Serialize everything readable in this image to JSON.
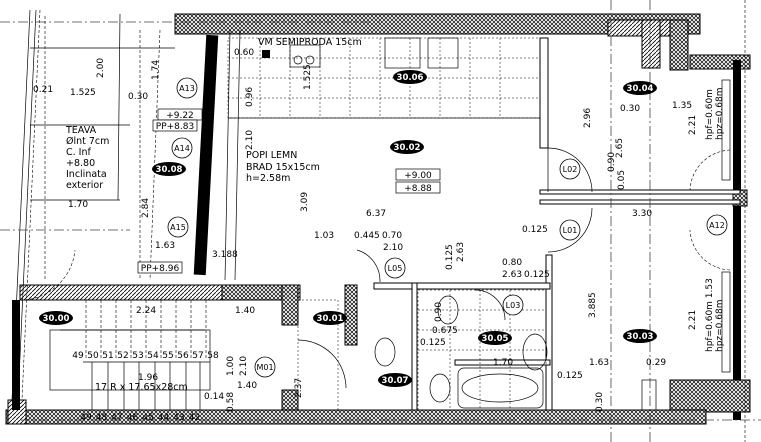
{
  "notes": {
    "slab": "VM SEMIPRODA 15cm",
    "pipe": [
      "TEAVA",
      "Ølnt 7cm",
      "C. Inf",
      "+8.80",
      "Inclinata",
      "exterior"
    ],
    "post": [
      "POPI LEMN",
      "BRAD 15x15cm",
      "h=2.58m"
    ],
    "stair": "17 R x 17.65x28cm",
    "sill_top": [
      "hpf=0.60m",
      "hpz=0.68m"
    ],
    "sill_bottom": [
      "hpf=0.60m 1.53",
      "hpz=0.68m"
    ]
  },
  "rooms": [
    "30.06",
    "30.04",
    "30.02",
    "30.08",
    "30.00",
    "30.01",
    "30.05",
    "30.07",
    "30.03"
  ],
  "levels": [
    "+9.00",
    "+8.88",
    "+9.22",
    "PP+8.83",
    "PP+8.96"
  ],
  "markers": [
    "A13",
    "A14",
    "A15",
    "L02",
    "L01",
    "L05",
    "L03",
    "M01",
    "A12"
  ],
  "stair_steps_upper": [
    "49",
    "50",
    "51",
    "52",
    "53",
    "54",
    "55",
    "56",
    "57",
    "58"
  ],
  "stair_steps_lower": [
    "49",
    "48",
    "47",
    "46",
    "45",
    "44",
    "43",
    "42"
  ],
  "dimensions": [
    "2.00",
    "1.525",
    "0.21",
    "0.30",
    "1.70",
    "6.37",
    "3.09",
    "1.03",
    "0.445",
    "0.70",
    "2.10",
    "3.188",
    "2.24",
    "1.40",
    "1.96",
    "0.14",
    "1.00",
    "2.10",
    "1.40",
    "0.58",
    "0.60",
    "2.96",
    "0.30",
    "1.35",
    "2.21",
    "0.90",
    "2.65",
    "0.05",
    "3.30",
    "0.80",
    "2.63",
    "0.125",
    "3.885",
    "2.21",
    "1.70",
    "1.63",
    "0.29",
    "0.125",
    "0.30",
    "1.525",
    "0.96",
    "2.10",
    "0.675",
    "0.90",
    "2.63",
    "0.125",
    "2.37",
    "1.74",
    "2.84",
    "1.63",
    "0.125",
    "0.125"
  ]
}
